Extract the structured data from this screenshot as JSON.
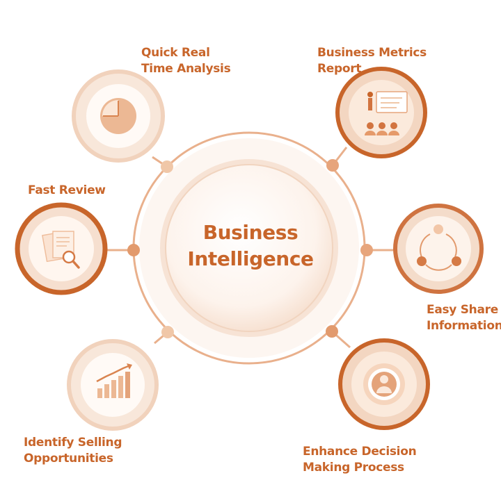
{
  "center": {
    "line1": "Business",
    "line2": "Intelligence"
  },
  "nodes": [
    {
      "id": "quick-real-time-analysis",
      "line1": "Quick Real",
      "line2": "Time Analysis",
      "icon": "clock-icon"
    },
    {
      "id": "business-metrics-report",
      "line1": "Business Metrics",
      "line2": "Report",
      "icon": "presentation-audience-icon"
    },
    {
      "id": "fast-review",
      "line1": "Fast Review",
      "line2": "",
      "icon": "document-magnifier-icon"
    },
    {
      "id": "easy-share-information",
      "line1": "Easy Share",
      "line2": "Information",
      "icon": "share-cycle-icon"
    },
    {
      "id": "identify-selling-opportunities",
      "line1": "Identify Selling",
      "line2": "Opportunities",
      "icon": "growth-chart-icon"
    },
    {
      "id": "enhance-decision-making-process",
      "line1": "Enhance Decision",
      "line2": "Making Process",
      "icon": "user-target-icon"
    }
  ],
  "colors": {
    "accent": "#c8652a",
    "light": "#f0c7a8",
    "pale": "#fbece1"
  }
}
